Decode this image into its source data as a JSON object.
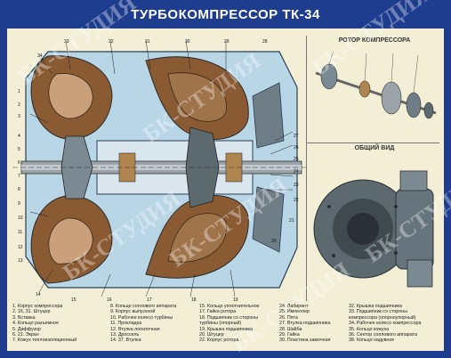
{
  "title": "ТУРБОКОМПРЕССОР ТК-34",
  "panels": {
    "rotor_title": "РОТОР КОМПРЕССОРА",
    "overview_title": "ОБЩИЙ ВИД"
  },
  "watermark": "БК-СТУДИЯ",
  "callout_numbers": [
    "34",
    "33",
    "32",
    "31",
    "30",
    "29",
    "28",
    "27",
    "26",
    "25",
    "24",
    "23",
    "22",
    "21",
    "20",
    "19",
    "18",
    "17",
    "16",
    "15",
    "14",
    "13",
    "12",
    "11",
    "10",
    "9",
    "8",
    "7",
    "6",
    "5",
    "4",
    "3",
    "2",
    "1"
  ],
  "legend": [
    [
      "1. Корпус компрессора",
      "2. 16, 31. Штуцер",
      "3. Вставка",
      "4. Кольцо разъемное",
      "5. Диффузор",
      "6. 21. Экран",
      "7. Кожух теплоизоляционный"
    ],
    [
      "8. Кольцо соплового аппарата",
      "9. Корпус выпускной",
      "10. Рабочее колесо турбины",
      "11. Прокладка",
      "12. Втулка лопаточная",
      "13. Дроссель",
      "14. 37. Втулка"
    ],
    [
      "15. Кольцо уплотнительное",
      "17. Гайка ротора",
      "18. Подшипник со стороны",
      "   турбины (опорный)",
      "19. Крышка подшипника",
      "20. Штуцер",
      "22. Корпус ротора"
    ],
    [
      "24. Лабиринт",
      "25. Импеллер",
      "26. Пята",
      "27. Втулка подшипника",
      "28. Шайба",
      "29. Гайка",
      "30. Пластина замочная"
    ],
    [
      "32. Крышка подшипника",
      "33. Подшипник со стороны",
      "   компрессора (опорноупорный)",
      "34. Рабочее колесо компрессора",
      "35. Кольцо кожуха",
      "36. Сектор соплового аппарата",
      "38. Кольцо надувное"
    ]
  ],
  "colors": {
    "background": "#1f3d8f",
    "panel": "#f2efd6",
    "casing": "#9fc6dc",
    "brown": "#8a5a32",
    "gray": "#5c6a70"
  }
}
